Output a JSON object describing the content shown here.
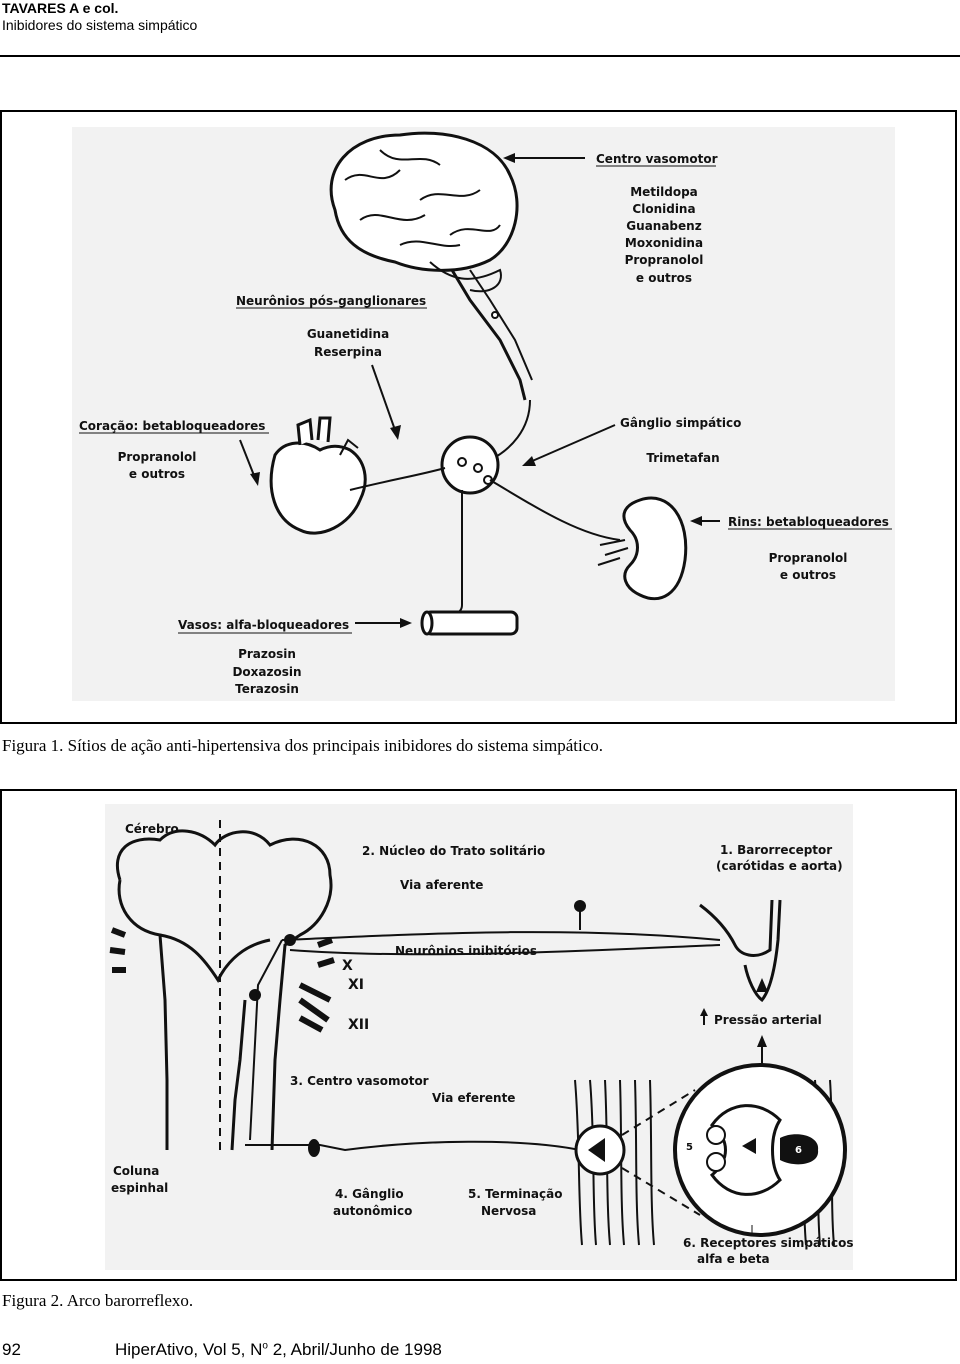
{
  "header": {
    "authors": "TAVARES A e col.",
    "title": "Inibidores do sistema simpático"
  },
  "figure1": {
    "caption": "Figura 1. Sítios de ação anti-hipertensiva dos principais inibidores do sistema simpático.",
    "labels": {
      "centro": "Centro vasomotor",
      "centro_drugs": [
        "Metildopa",
        "Clonidina",
        "Guanabenz",
        "Moxonidina",
        "Propranolol",
        "e outros"
      ],
      "neuronios": "Neurônios pós-ganglionares",
      "neuronios_drugs": [
        "Guanetidina",
        "Reserpina"
      ],
      "coracao": "Coração: betabloqueadores",
      "coracao_drugs": [
        "Propranolol",
        "e outros"
      ],
      "ganglio": "Gânglio simpático",
      "ganglio_drugs": [
        "Trimetafan"
      ],
      "rins": "Rins: betabloqueadores",
      "rins_drugs": [
        "Propranolol",
        "e outros"
      ],
      "vasos": "Vasos: alfa-bloqueadores",
      "vasos_drugs": [
        "Prazosin",
        "Doxazosin",
        "Terazosin"
      ]
    }
  },
  "figure2": {
    "caption": "Figura 2. Arco barorreflexo.",
    "labels": {
      "cerebro": "Cérebro",
      "nucleo": "2. Núcleo do Trato solitário",
      "barorreceptor": "1. Barorreceptor",
      "barorreceptor_sub": "(carótidas e aorta)",
      "via_aferente": "Via aferente",
      "neuronios_inib": "Neurônios inibitórios",
      "nerve_x": "X",
      "nerve_xi": "XI",
      "nerve_xii": "XII",
      "pressao": "Pressão arterial",
      "centro_vaso": "3. Centro vasomotor",
      "via_eferente": "Via eferente",
      "coluna": [
        "Coluna",
        "espinhal"
      ],
      "ganglio": [
        "4. Gânglio",
        "autonômico"
      ],
      "terminacao": [
        "5. Terminação",
        "Nervosa"
      ],
      "receptores": [
        "6. Receptores simpáticos",
        "alfa e beta"
      ],
      "marker_5": "5",
      "marker_6": "6"
    }
  },
  "footer": {
    "page": "92",
    "journal": "HiperAtivo, Vol 5, N",
    "issue_sup": "o",
    "issue_rest": " 2, Abril/Junho de 1998"
  }
}
